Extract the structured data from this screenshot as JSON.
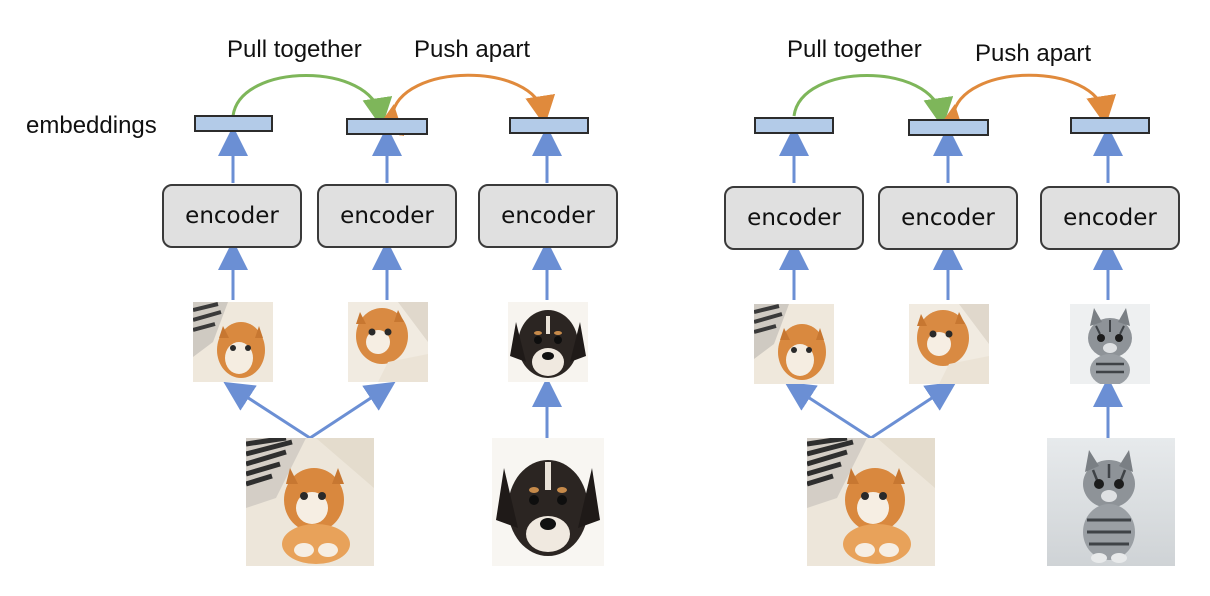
{
  "labels": {
    "embeddings": "embeddings",
    "pull": "Pull together",
    "push": "Push apart",
    "encoder": "encoder"
  },
  "colors": {
    "arrow": "#6b8fd4",
    "pull_arc": "#7eb65a",
    "push_arc": "#e08a3c",
    "embedding_fill": "#b3cbe8",
    "encoder_fill": "#e0e0e0"
  },
  "panels": [
    {
      "anchor": "cat-with-pillow",
      "positive_pair": [
        "cat-crop-1",
        "cat-crop-2"
      ],
      "negative": "puppy",
      "images": [
        "cat-orange-photo",
        "puppy-photo"
      ]
    },
    {
      "anchor": "cat-with-pillow",
      "positive_pair": [
        "cat-crop-1",
        "cat-crop-2"
      ],
      "negative": "kitten-tabby",
      "images": [
        "cat-orange-photo",
        "kitten-tabby-photo"
      ]
    }
  ]
}
